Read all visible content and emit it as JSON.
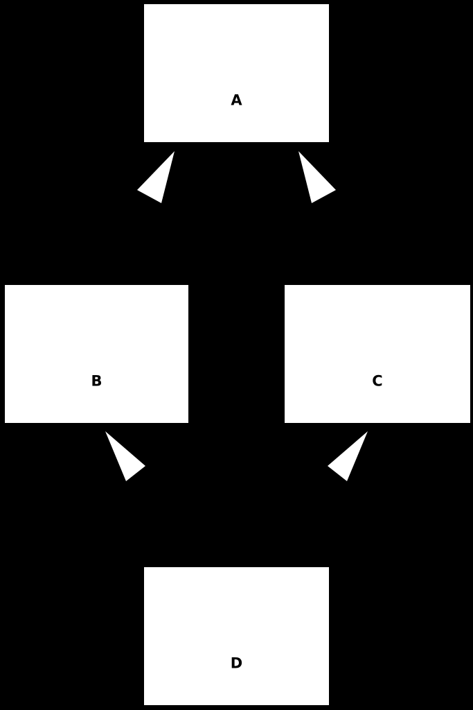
{
  "diagram": {
    "type": "node-edge-graph",
    "background_color": "#000000",
    "node_fill_color": "#ffffff",
    "node_text_color": "#000000",
    "arrow_color": "#ffffff",
    "nodes": [
      {
        "id": "A",
        "label": "A"
      },
      {
        "id": "B",
        "label": "B"
      },
      {
        "id": "C",
        "label": "C"
      },
      {
        "id": "D",
        "label": "D"
      }
    ],
    "edges": [
      {
        "from": "B",
        "to": "A"
      },
      {
        "from": "C",
        "to": "A"
      },
      {
        "from": "D",
        "to": "B"
      },
      {
        "from": "D",
        "to": "C"
      }
    ]
  }
}
